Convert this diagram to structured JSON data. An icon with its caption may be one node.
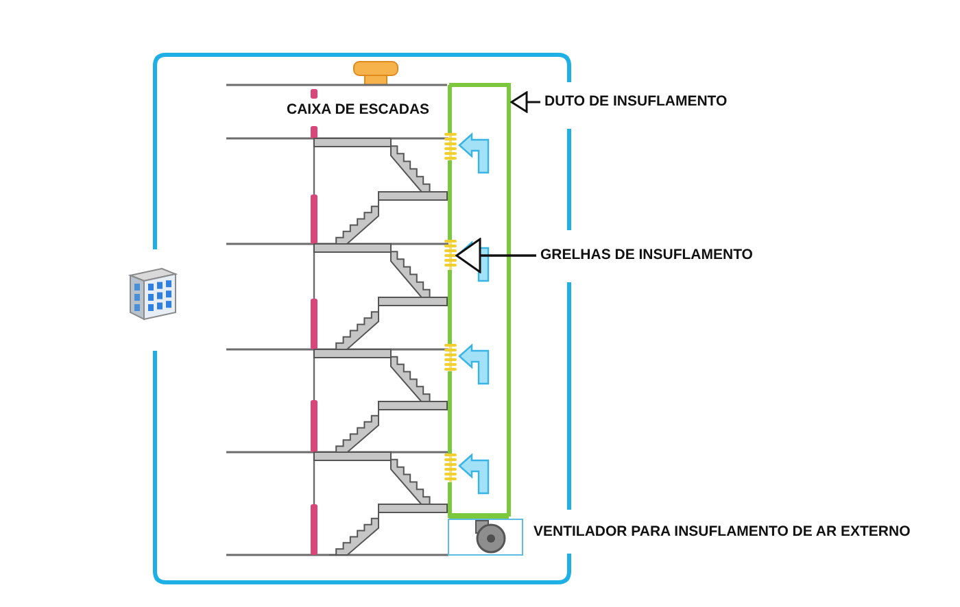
{
  "diagram": {
    "nodes": [
      {
        "text": [
          "DUTO DE INSUFLAMENTO"
        ]
      },
      {
        "text": [],
        "shape": "box"
      },
      {
        "text": [
          "GRELHAS DE INSUFLAMENTO"
        ]
      },
      {
        "text": [],
        "shape": "bar"
      }
    ],
    "edges": [
      {
        "from": 0,
        "to": 1,
        "arrow": "to"
      },
      {
        "from": 2,
        "to": 3,
        "arrow": "to"
      }
    ],
    "labels": [
      "CAIXA DE ESCADAS",
      "VENTILADOR PARA INSUFLAMENTO DE AR EXTERNO"
    ]
  }
}
